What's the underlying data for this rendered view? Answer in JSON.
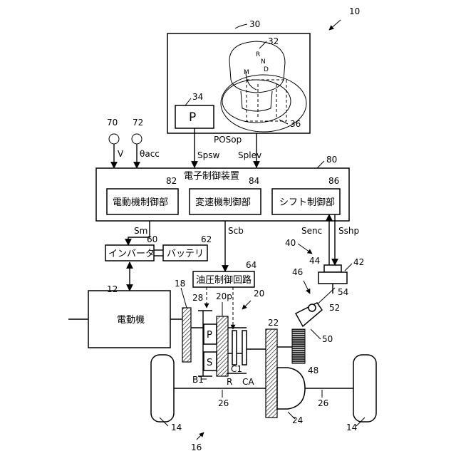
{
  "labels": {
    "ref10": "10",
    "ref30": "30",
    "ref32": "32",
    "ref34": "34",
    "ref36": "36",
    "p_button": "P",
    "gear_R": "R",
    "gear_N": "N",
    "gear_D": "D",
    "gear_M": "M",
    "pos_op": "POSop",
    "spsw": "Spsw",
    "splev": "Splev",
    "ref70": "70",
    "ref72": "72",
    "v": "V",
    "theta_acc": "θacc",
    "ref80": "80",
    "ecu_title": "電子制御装置",
    "ref82": "82",
    "ref84": "84",
    "ref86": "86",
    "motor_ctrl": "電動機制御部",
    "trans_ctrl": "変速機制御部",
    "shift_ctrl": "シフト制御部",
    "sm": "Sm",
    "scb": "Scb",
    "senc": "Senc",
    "sshp": "Sshp",
    "ref40": "40",
    "ref42": "42",
    "ref44": "44",
    "ref46": "46",
    "ref48": "48",
    "ref50": "50",
    "ref52": "52",
    "ref54": "54",
    "ref60": "60",
    "ref62": "62",
    "inverter": "インバータ",
    "battery": "バッテリ",
    "ref64": "64",
    "hydraulic": "油圧制御回路",
    "ref12": "12",
    "motor": "電動機",
    "ref18": "18",
    "ref28": "28",
    "ref20p": "20p",
    "ref20": "20",
    "ref22": "22",
    "gear_P": "P",
    "gear_S": "S",
    "c1": "C1",
    "b1": "B1",
    "r": "R",
    "ca": "CA",
    "ref26a": "26",
    "ref26b": "26",
    "ref14a": "14",
    "ref14b": "14",
    "ref16": "16",
    "ref24": "24"
  }
}
